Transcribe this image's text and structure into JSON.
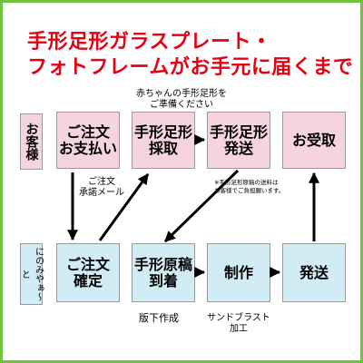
{
  "title": {
    "line1": "手形足形ガラスプレート・",
    "line2": "フォトフレームがお手元に届くまで"
  },
  "note_request": "赤ちゃんの手形足形を\nご準備ください",
  "note_email": "ご注文\n承諾メール",
  "note_shipping": "※手形足形原稿の送料は\nお客様でご負担願います。",
  "customer_label": "お客様",
  "shop_label": "にのみやぁ～と",
  "top_row": [
    "ご注文\nお支払い",
    "手形足形\n採取",
    "手形足形\n発送",
    "お受取"
  ],
  "bottom_row": [
    "ご注文\n確定",
    "手形原稿\n到着",
    "制作",
    "発送"
  ],
  "caption_hanshita": "版下作成",
  "caption_sandblast": "サンドブラスト\n加工",
  "colors": {
    "title": "#e60012",
    "frame": "#6fc23f",
    "customer_box": "#f5d4df",
    "shop_box": "#d2ecf6"
  }
}
